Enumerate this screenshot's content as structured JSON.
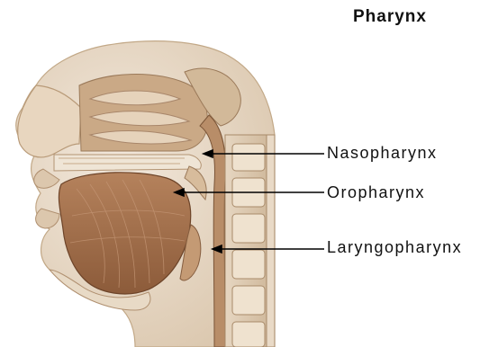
{
  "title": "Pharynx",
  "labels": {
    "nasopharynx": "Nasopharynx",
    "oropharynx": "Oropharynx",
    "laryngopharynx": "Laryngopharynx"
  },
  "colors": {
    "tissue_light": "#e9dccb",
    "tissue_mid": "#c9a986",
    "tissue_dark": "#8a6a4c",
    "muscle": "#9b6a48",
    "leader_line": "#000000"
  }
}
